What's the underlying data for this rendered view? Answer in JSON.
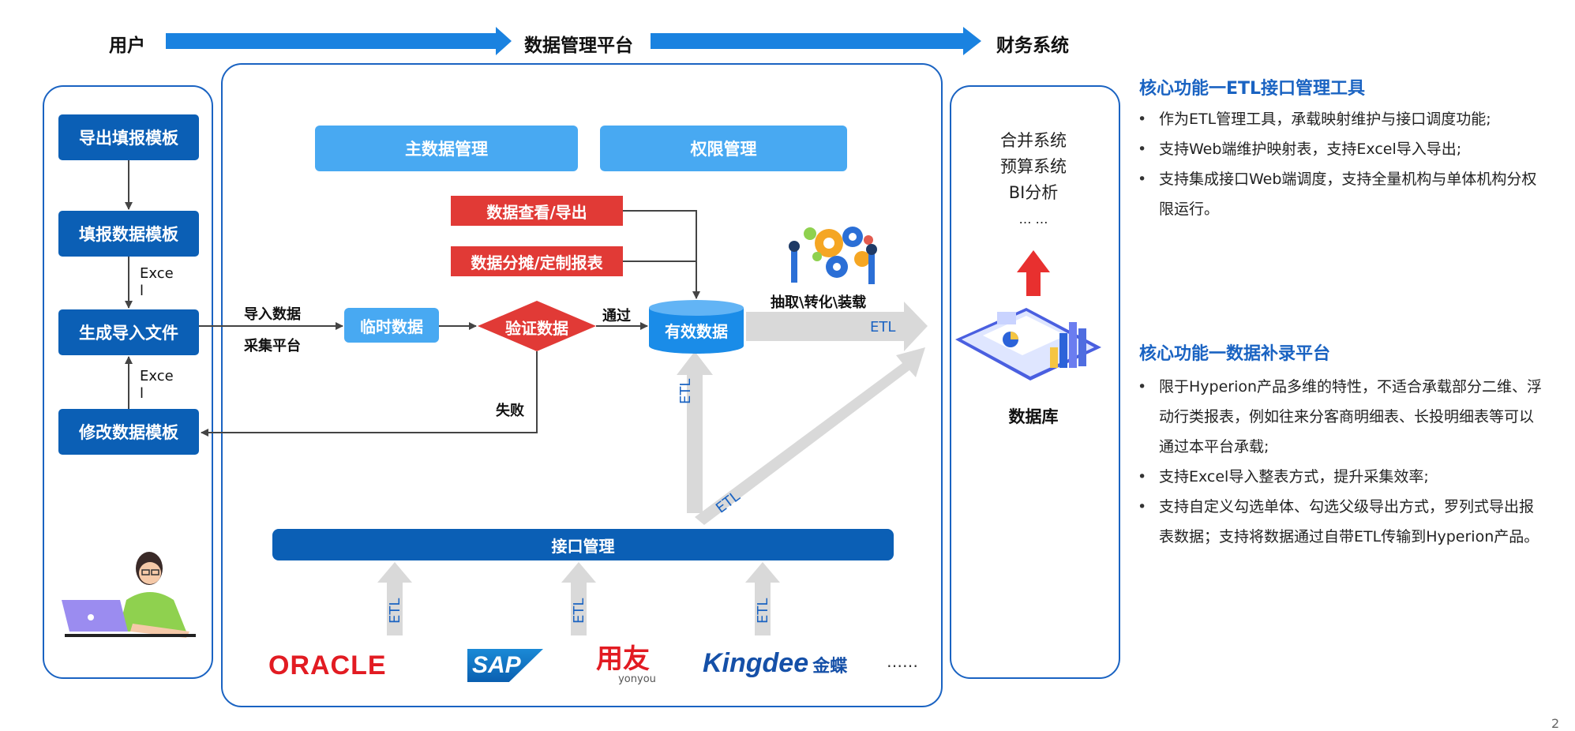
{
  "header": {
    "user": "用户",
    "platform": "数据管理平台",
    "finance": "财务系统"
  },
  "left_flow": {
    "steps": [
      "导出填报模板",
      "填报数据模板",
      "生成导入文件",
      "修改数据模板"
    ],
    "excel_label_1": "Exce\nl",
    "excel_label_2": "Exce\nl"
  },
  "center": {
    "master_data": "主数据管理",
    "permissions": "权限管理",
    "view_export": "数据查看/导出",
    "allocation": "数据分摊/定制报表",
    "import_data": "导入数据",
    "collect_platform": "采集平台",
    "temp_data": "临时数据",
    "validate": "验证数据",
    "pass": "通过",
    "fail": "失败",
    "valid_data": "有效数据",
    "extract_label": "抽取\\转化\\装载",
    "etl_right": "ETL",
    "etl_up": "ETL",
    "etl_diag": "ETL",
    "interface_mgmt": "接口管理",
    "etl_sources": [
      "ETL",
      "ETL",
      "ETL"
    ],
    "logos": {
      "oracle": "ORACLE",
      "sap": "SAP",
      "yonyou_cn": "用友",
      "yonyou_en": "yonyou",
      "kingdee": "Kingdee",
      "kingdee_cn": "金蝶",
      "more": "……"
    }
  },
  "finance_panel": {
    "systems": [
      "合并系统",
      "预算系统",
      "BI分析",
      "… …"
    ],
    "database": "数据库"
  },
  "right_text": {
    "section1": {
      "title": "核心功能一ETL接口管理工具",
      "bullets": [
        "作为ETL管理工具，承载映射维护与接口调度功能;",
        "支持Web端维护映射表，支持Excel导入导出;",
        "支持集成接口Web端调度，支持全量机构与单体机构分权限运行。"
      ]
    },
    "section2": {
      "title": "核心功能一数据补录平台",
      "bullets": [
        "限于Hyperion产品多维的特性，不适合承载部分二维、浮动行类报表，例如往来分客商明细表、长投明细表等可以通过本平台承载;",
        "支持Excel导入整表方式，提升采集效率;",
        "支持自定义勾选单体、勾选父级导出方式，罗列式导出报表数据；支持将数据通过自带ETL传输到Hyperion产品。"
      ]
    }
  },
  "page_number": "2",
  "colors": {
    "dark_blue": "#0b5fb5",
    "light_blue": "#48a9f2",
    "red": "#e13a36",
    "header_arrow": "#1a82e0",
    "etl_arrow": "#d9d9d9",
    "title_blue": "#1a63c2"
  }
}
